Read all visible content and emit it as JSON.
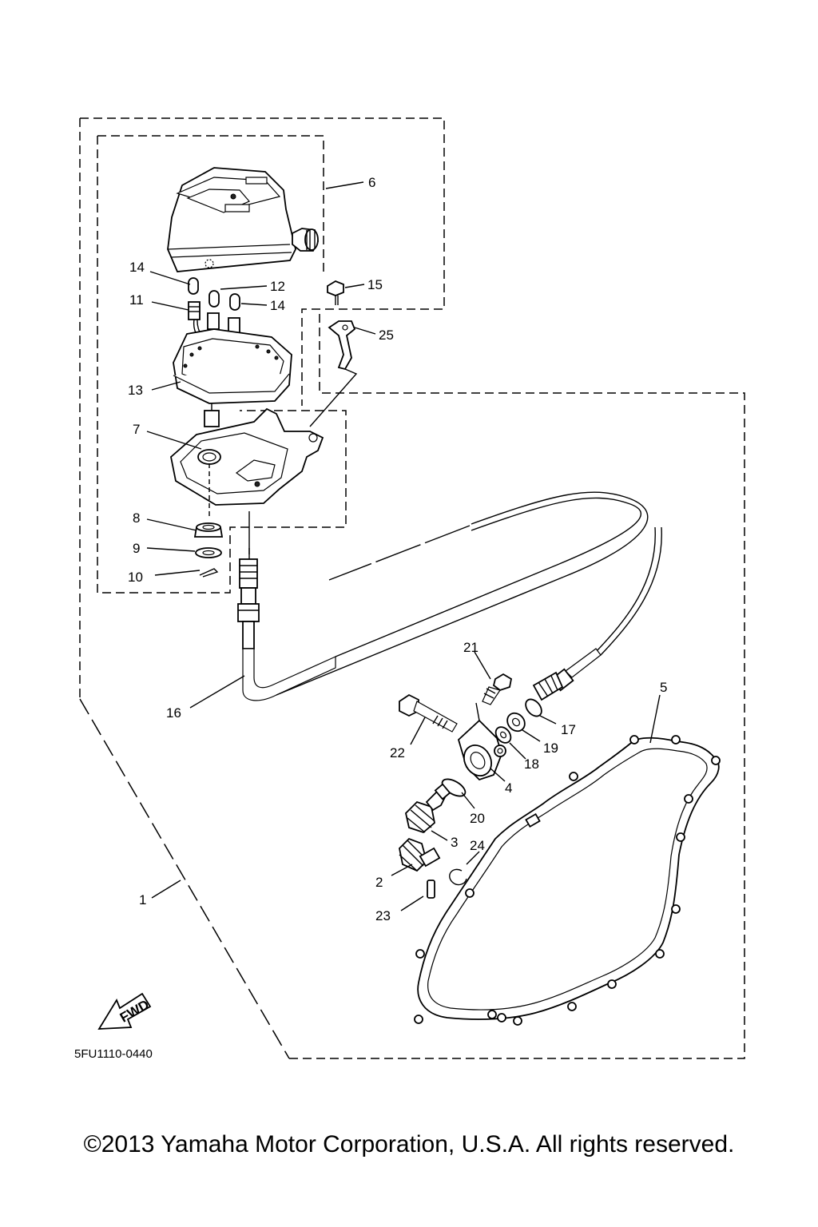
{
  "diagram_code": "5FU1110-0440",
  "copyright": "©2013 Yamaha Motor Corporation, U.S.A. All rights reserved.",
  "fwd_label": "FWD",
  "callouts": {
    "c1": "1",
    "c2": "2",
    "c3": "3",
    "c4": "4",
    "c5": "5",
    "c6": "6",
    "c7": "7",
    "c8": "8",
    "c9": "9",
    "c10": "10",
    "c11": "11",
    "c12": "12",
    "c13": "13",
    "c14a": "14",
    "c14b": "14",
    "c15": "15",
    "c16": "16",
    "c17": "17",
    "c18": "18",
    "c19": "19",
    "c20": "20",
    "c21": "21",
    "c22": "22",
    "c23": "23",
    "c24": "24",
    "c25": "25"
  }
}
